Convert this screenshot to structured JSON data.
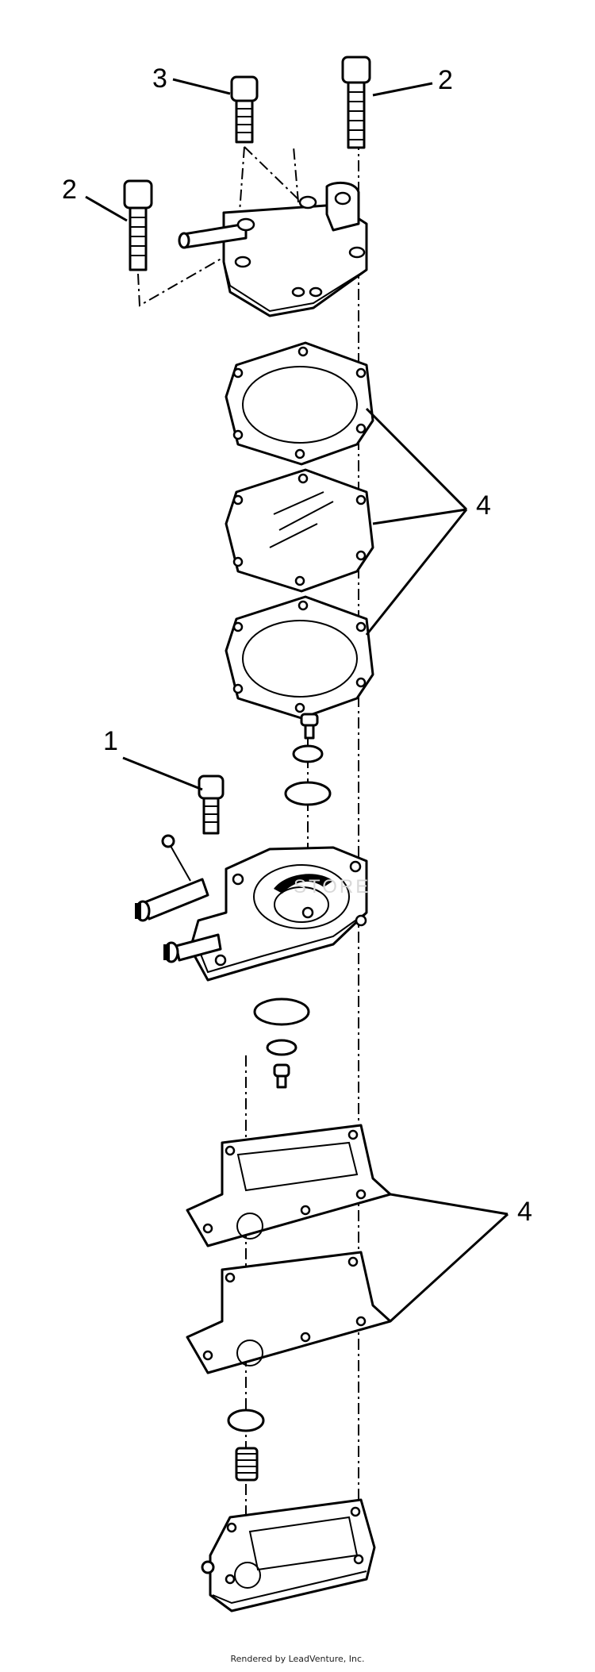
{
  "callouts": {
    "screw_top_left": "3",
    "screw_top_right": "2",
    "screw_left": "2",
    "gaskets_upper": "4",
    "screw_body": "1",
    "gaskets_lower": "4"
  },
  "watermark": "STORE",
  "footer": "Rendered by LeadVenture, Inc."
}
